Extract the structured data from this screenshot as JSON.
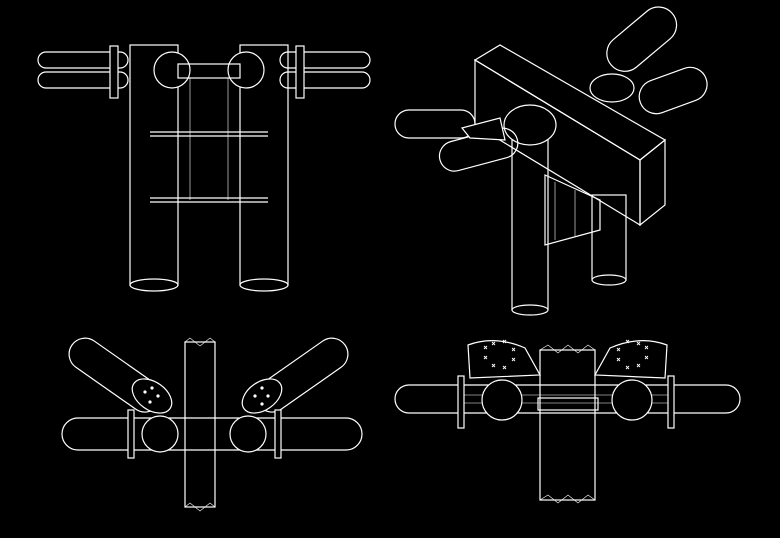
{
  "drawing": {
    "background": "#000000",
    "line_color": "#ffffff",
    "views": [
      {
        "id": "elevation-twin-column"
      },
      {
        "id": "isometric-node"
      },
      {
        "id": "section-diagonal-braces"
      },
      {
        "id": "section-bolted-gussets"
      }
    ]
  }
}
